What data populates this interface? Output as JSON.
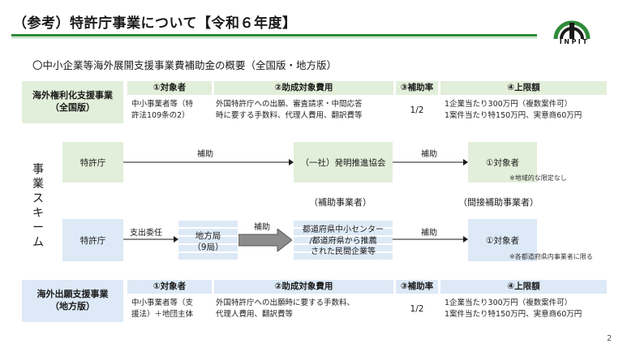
{
  "header": {
    "title": "（参考）特許庁事業について【令和６年度】",
    "logo_text": "INPIT"
  },
  "subtitle": "〇中小企業等海外展開支援事業費補助金の概要（全国版・地方版）",
  "columns": {
    "target": "①対象者",
    "cost": "②助成対象費用",
    "rate": "③補助率",
    "limit": "④上限額"
  },
  "national": {
    "label_line1": "海外権利化支援事業",
    "label_line2": "（全国版）",
    "target_line1": "中小事業者等（特",
    "target_line2": "許法109条の2）",
    "cost_line1": "外国特許庁への出願、審査請求・中間応答",
    "cost_line2": "時に要する手数料、代理人費用、翻訳費等",
    "rate": "1/2",
    "limit_line1": "1企業当たり300万円（複数案件可）",
    "limit_line2": "1案件当たり特150万円、実意商60万円"
  },
  "regional": {
    "label_line1": "海外出願支援事業",
    "label_line2": "（地方版）",
    "target_line1": "中小事業者等（支",
    "target_line2": "援法）＋地団主体",
    "cost_line1": "外国特許庁への出願時に要する手数料、",
    "cost_line2": "代理人費用、翻訳費等",
    "rate": "1/2",
    "limit_line1": "1企業当たり300万円（複数案件可）",
    "limit_line2": "1案件当たり特150万円、実意商60万円"
  },
  "scheme": {
    "label": "事業スキーム",
    "top": {
      "jpo": "特許庁",
      "subsidy1": "補助",
      "association": "（一社）発明推進協会",
      "subsidy2": "補助",
      "target": "①対象者",
      "note": "※地域的な限定なし"
    },
    "mid": {
      "subsidy_business": "（補助事業者）",
      "indirect_business": "（間接補助事業者）"
    },
    "bottom": {
      "jpo": "特許庁",
      "delegation": "支出委任",
      "bureau_line1": "地方局",
      "bureau_line2": "（9局）",
      "subsidy1": "補助",
      "centers_line1": "都道府県中小センター",
      "centers_line2": "/都道府県から推薦",
      "centers_line3": "された民間企業等",
      "subsidy2": "補助",
      "target": "①対象者",
      "note": "※各都道府県内事業者に限る"
    }
  },
  "page_number": "2",
  "colors": {
    "green_fill": "#e2efda",
    "blue_fill": "#dde9f6",
    "accent_green": "#2e8b3a",
    "arrow_gray": "#8c8c8c"
  }
}
